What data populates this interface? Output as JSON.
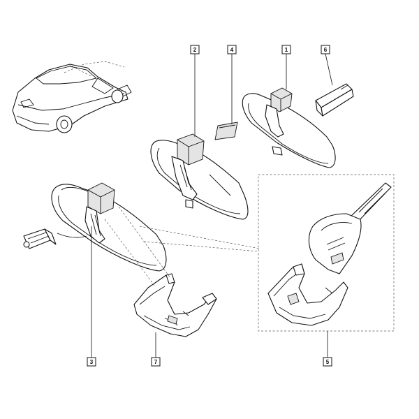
{
  "callouts": [
    {
      "id": "c2",
      "text": "2"
    },
    {
      "id": "c4",
      "text": "4"
    },
    {
      "id": "c1",
      "text": "1"
    },
    {
      "id": "c6",
      "text": "6"
    },
    {
      "id": "c3",
      "text": "3"
    },
    {
      "id": "c7",
      "text": "7"
    },
    {
      "id": "c5",
      "text": "5"
    }
  ],
  "colors": {
    "line": "#111111",
    "background": "#ffffff",
    "shade": "#e4e4e4"
  }
}
